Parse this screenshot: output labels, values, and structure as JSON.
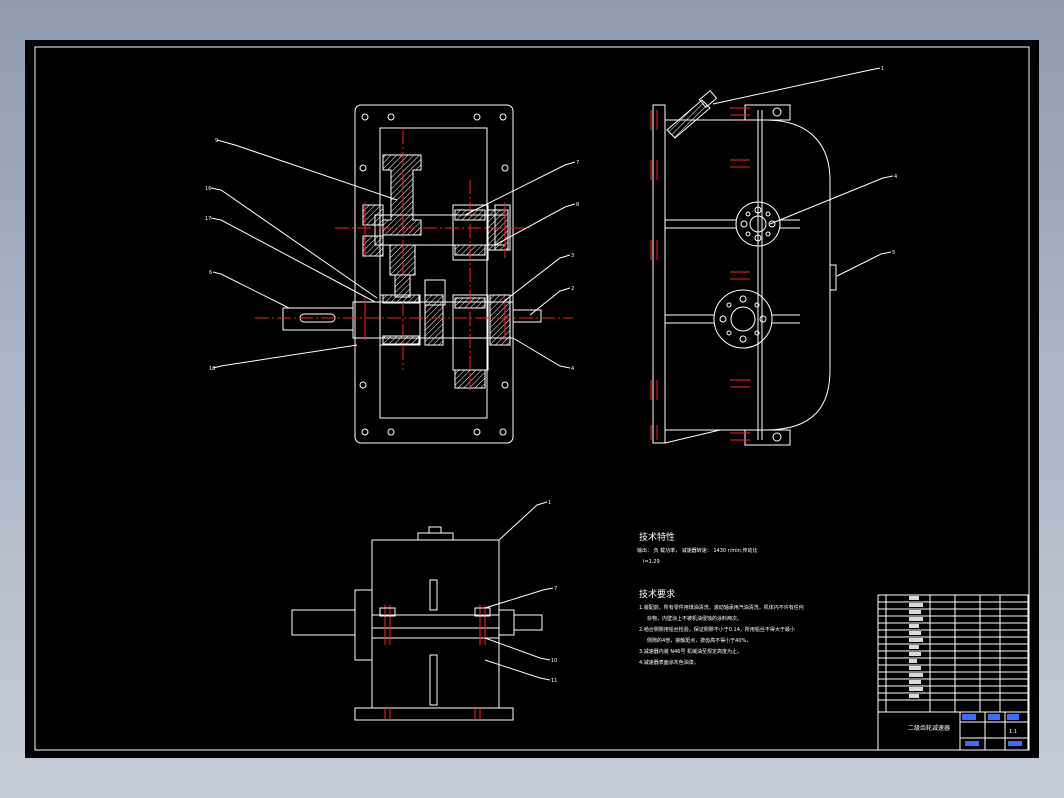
{
  "drawing": {
    "colors": {
      "background": "#000000",
      "lines": "#ffffff",
      "centerlines": "#ff2020",
      "frame_bg": "#9aa5b8"
    },
    "top_view_callouts": [
      "9",
      "16",
      "17",
      "6",
      "18",
      "7",
      "8",
      "3",
      "2",
      "4"
    ],
    "side_view_callouts": [
      "1",
      "4",
      "5"
    ],
    "front_view_callouts": [
      "1",
      "7",
      "10",
      "11"
    ],
    "tech_char": {
      "heading": "技术特性",
      "line1": "输出：    负 载功率，  减速器转速：  1430 r/min,传动比",
      "line2": "i=1.29"
    },
    "tech_req": {
      "heading": "技术要求",
      "lines": [
        "1.装配前，所有零件用煤油清洗，滚动轴承用汽油清洗，机体内不许有任何",
        "杂物，内壁涂上不被机油侵蚀的涂料两次。",
        "2.啮合侧隙用铅丝检验，保证侧隙不小于0.14，所用铅丝不得大于最小",
        "侧隙的4倍，接触斑点，按齿高不得小于40%，",
        "3.减速器内装 N46号 机械油至规定高度为止。",
        "4.减速器表面涂灰色油漆。"
      ]
    },
    "title_block": {
      "name": "二级齿轮减速器",
      "scale": "1:1"
    }
  }
}
